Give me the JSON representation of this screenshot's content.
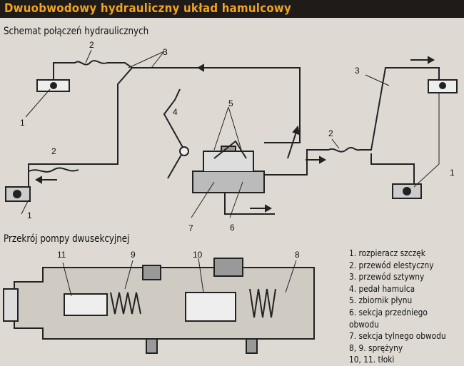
{
  "title": "Dwuobwodowy hydrauliczny układ hamulcowy",
  "section1": "Schemat połączeń hydraulicznych",
  "section2": "Przekrój pompy dwusekcyjnej",
  "diagram_labels": {
    "l1a": "1",
    "l1b": "1",
    "l1c": "1",
    "l2a": "2",
    "l2b": "2",
    "l2c": "2",
    "l3a": "3",
    "l3b": "3",
    "l4": "4",
    "l5": "5",
    "l6": "6",
    "l7": "7",
    "p8": "8",
    "p9": "9",
    "p10": "10",
    "p11": "11"
  },
  "legend": [
    "1. rozpieracz szczęk",
    "2. przewód elestyczny",
    "3. przewód sztywny",
    "4. pedał hamulca",
    "5. zbiornik płynu",
    "6. sekcja przedniego obwodu",
    "7. sekcja tylnego obwodu",
    "8, 9. sprężyny",
    "10, 11. tłoki"
  ],
  "colors": {
    "title_bg": "#1e1b18",
    "title_text": "#f2a31d",
    "background": "#dedad3"
  }
}
